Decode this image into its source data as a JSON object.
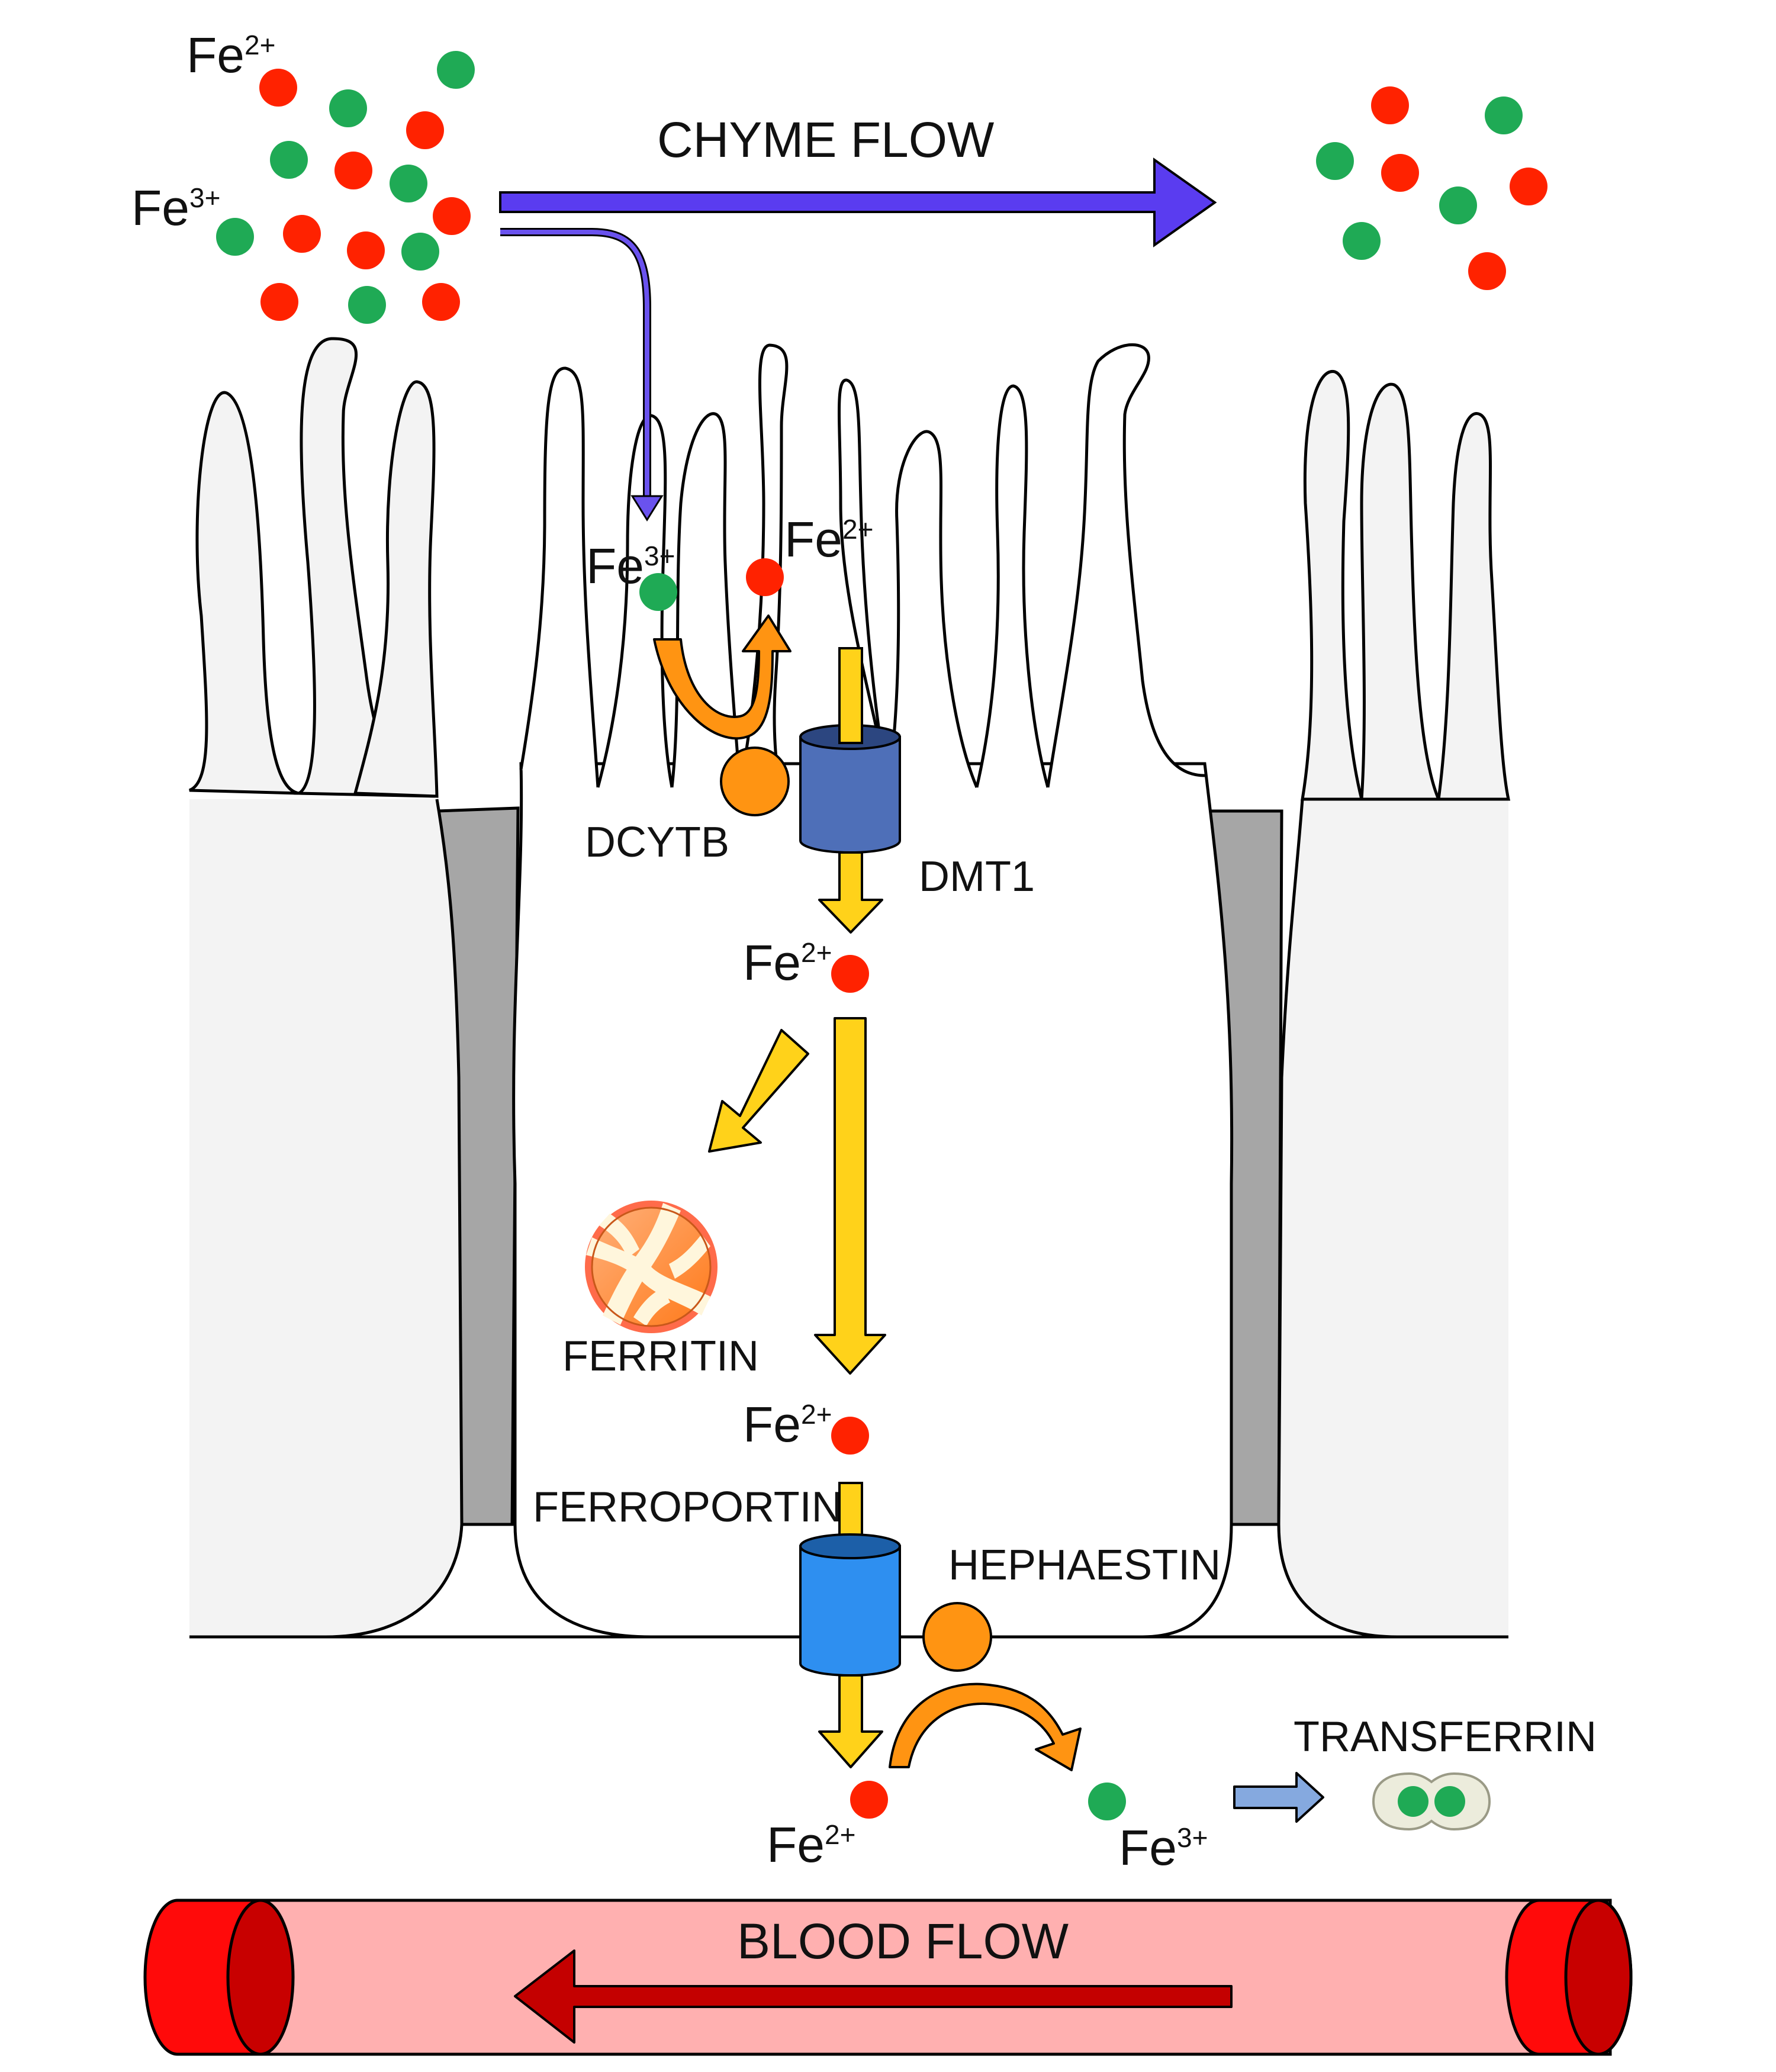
{
  "labels": {
    "chyme_flow": "CHYME FLOW",
    "blood_flow": "BLOOD FLOW",
    "dcytb": "DCYTB",
    "dmt1": "DMT1",
    "ferritin": "FERRITIN",
    "ferroportin": "FERROPORTIN",
    "hephaestin": "HEPHAESTIN",
    "transferrin": "TRANSFERRIN"
  },
  "ions": {
    "fe": "Fe",
    "ferrous_charge": "2+",
    "ferric_charge": "3+"
  },
  "colors": {
    "ferrous_dot": "#ff2200",
    "ferric_dot": "#1faa55",
    "chyme_arrow": "#5a3cf0",
    "uptake_arrow": "#ffd21a",
    "enzyme": "#ff9412",
    "dmt1": "#4e6fb8",
    "ferroportin": "#2e8ff0",
    "junction": "#a6a6a6",
    "cell": "#f3f3f3",
    "blood_vessel": "#ffb0b0",
    "blood_end": "#ff0a0a",
    "blood_arrow": "#c40000",
    "transferrin_arrow": "#85a9df"
  }
}
